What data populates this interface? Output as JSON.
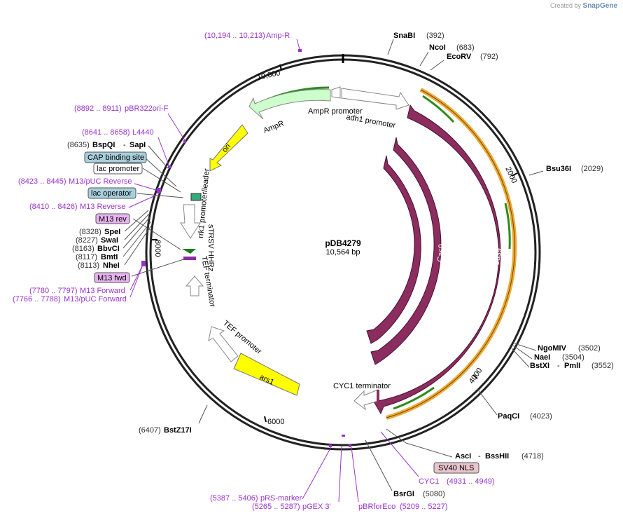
{
  "credit": {
    "created_by": "Created by",
    "brand": "SnapGene"
  },
  "plasmid": {
    "name": "pDB4279",
    "length": "10,564 bp"
  },
  "ticks": {
    "t2000": "2000",
    "t4000": "4000",
    "t6000": "6000",
    "t8000": "8000",
    "t10000": "10,000"
  },
  "features": {
    "cas9": "Cas9",
    "ori": "ori",
    "ampr": "AmpR",
    "ampr_promoter": "AmpR promoter",
    "adh1_promoter": "adh1 promoter",
    "rrk1": "rrk1 promoter/leader",
    "sTRSV": "sTRSV HHRz",
    "tef_terminator": "TEF terminator",
    "tef_promoter": "TEF promoter",
    "ars1": "ars1",
    "cyc1_terminator": "CYC1 terminator"
  },
  "sites_right": [
    {
      "name": "SnaBI",
      "pos": "(392)"
    },
    {
      "name": "NcoI",
      "pos": "(683)"
    },
    {
      "name": "EcoRV",
      "pos": "(792)"
    },
    {
      "name": "Bsu36I",
      "pos": "(2029)"
    },
    {
      "name": "NgoMIV",
      "pos": "(3502)"
    },
    {
      "name": "NaeI",
      "pos": "(3504)"
    },
    {
      "name": "BstXI",
      "name2": "PmlI",
      "pos": "(3552)"
    },
    {
      "name": "PaqCI",
      "pos": "(4023)"
    },
    {
      "name": "AscI",
      "name2": "BssHII",
      "pos": "(4718)"
    },
    {
      "name": "BsrGI",
      "pos": "(5080)"
    }
  ],
  "sites_left": [
    {
      "name": "BspQI",
      "name2": "SapI",
      "pos": "(8635)"
    },
    {
      "name": "SpeI",
      "pos": "(8328)"
    },
    {
      "name": "SwaI",
      "pos": "(8227)"
    },
    {
      "name": "BbvCI",
      "pos": "(8163)"
    },
    {
      "name": "BmtI",
      "pos": "(8117)"
    },
    {
      "name": "NheI",
      "pos": "(8113)"
    },
    {
      "name": "BstZ17I",
      "pos": "(6407)"
    }
  ],
  "primers": [
    {
      "name": "Amp-R",
      "range": "(10,194 .. 10,213)"
    },
    {
      "name": "pBR322ori-F",
      "range": "(8892 .. 8911)"
    },
    {
      "name": "L4440",
      "range": "(8641 .. 8658)"
    },
    {
      "name": "M13/pUC Reverse",
      "range": "(8423 .. 8445)"
    },
    {
      "name": "M13 Reverse",
      "range": "(8410 .. 8426)"
    },
    {
      "name": "M13 Forward",
      "range": "(7780 .. 7797)"
    },
    {
      "name": "M13/pUC Forward",
      "range": "(7766 .. 7788)"
    },
    {
      "name": "CYC1",
      "range": "(4931 .. 4949)"
    },
    {
      "name": "pRS-marker",
      "range": "(5387 .. 5406)"
    },
    {
      "name": "pGEX 3'",
      "range": "(5265 .. 5287)"
    },
    {
      "name": "pBRforEco",
      "range": "(5209 .. 5227)"
    }
  ],
  "boxed": {
    "cap": "CAP binding site",
    "lacp": "lac promoter",
    "laco": "lac operator",
    "m13rev": "M13 rev",
    "m13fwd": "M13 fwd",
    "sv40": "SV40 NLS"
  },
  "colors": {
    "cas9": "#8b2d5e",
    "ori": "#ffff00",
    "ampr": "#ccffcc",
    "primer": "#9933cc",
    "orange": "#f0a830",
    "green": "#2e8b1e"
  }
}
